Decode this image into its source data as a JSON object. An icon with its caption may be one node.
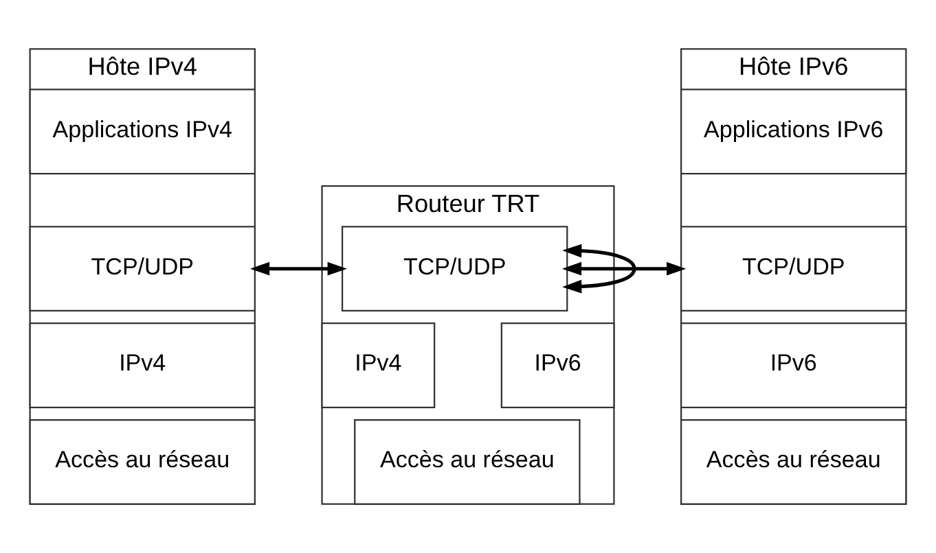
{
  "diagram": {
    "nodes": [
      {
        "text": [
          "Hôte IPv4"
        ]
      },
      {
        "text": [
          "Applications IPv4"
        ],
        "in": 0
      },
      {
        "text": [
          "TCP/UDP"
        ],
        "in": 0
      },
      {
        "text": [
          "IPv4"
        ],
        "in": 0
      },
      {
        "text": [
          "Accès au réseau"
        ],
        "in": 0
      },
      {
        "text": [
          "Routeur TRT"
        ]
      },
      {
        "text": [
          "TCP/UDP"
        ],
        "in": 5
      },
      {
        "text": [
          "IPv4"
        ],
        "in": 5
      },
      {
        "text": [
          "IPv6"
        ],
        "in": 5
      },
      {
        "text": [
          "Accès au réseau"
        ],
        "in": 5
      },
      {
        "text": [
          "Hôte IPv6"
        ]
      },
      {
        "text": [
          "Applications IPv6"
        ],
        "in": 10
      },
      {
        "text": [
          "TCP/UDP"
        ],
        "in": 10
      },
      {
        "text": [
          "IPv6"
        ],
        "in": 10
      },
      {
        "text": [
          "Accès au réseau"
        ],
        "in": 10
      }
    ],
    "edges": [
      {
        "from": 2,
        "to": 6,
        "arrow": "both"
      },
      {
        "from": 6,
        "to": 6,
        "arrow": "both"
      },
      {
        "from": 6,
        "to": 12,
        "arrow": "both"
      }
    ]
  }
}
